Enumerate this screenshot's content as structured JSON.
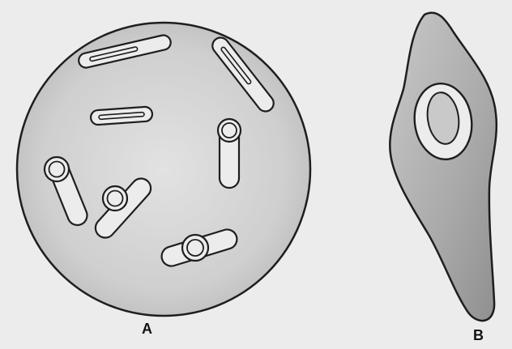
{
  "panels": [
    {
      "id": "A",
      "label": "A"
    },
    {
      "id": "B",
      "label": "B"
    }
  ],
  "colors": {
    "background": "#ececec",
    "cell_fill": "#d4d4d4",
    "outline": "#1e1e1e",
    "shape_fill": "#ececec"
  }
}
